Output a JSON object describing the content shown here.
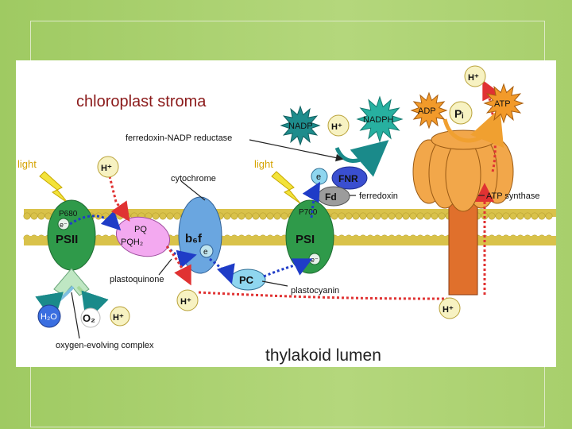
{
  "labels": {
    "stroma": "chloroplast stroma",
    "lumen": "thylakoid lumen",
    "light_left": "light",
    "light_right": "light",
    "fnr_name": "ferredoxin-NADP reductase",
    "cytochrome": "cytochrome",
    "ferredoxin": "ferredoxin",
    "atp_synthase": "ATP synthase",
    "plastoquinone": "plastoquinone",
    "plastocyanin": "plastocyanin",
    "oec": "oxygen-evolving complex",
    "p680": "P680",
    "p700": "P700",
    "ps2": "PSII",
    "ps1": "PSI",
    "pq": "PQ",
    "pqh2": "PQH₂",
    "b6f": "b₆f",
    "pc": "PC",
    "fd": "Fd",
    "fnr": "FNR",
    "nadp": "NADP",
    "nadph": "NADPH",
    "adp": "ADP",
    "pi": "Pᵢ",
    "atp": "ATP",
    "h_plus": "H⁺",
    "electron": "e⁻",
    "e": "e",
    "h2o": "H₂O",
    "o2": "O₂"
  },
  "colors": {
    "membrane": "#d9c24a",
    "photosystem": "#2f9a4a",
    "cytochrome": "#6aa6e0",
    "pq": "#f3a9f0",
    "atp_synthase": "#f2a74a",
    "stalk": "#e0702c",
    "pc": "#8fd6ef",
    "electron_path": "#1f3cc7",
    "proton_path": "#e03232"
  }
}
